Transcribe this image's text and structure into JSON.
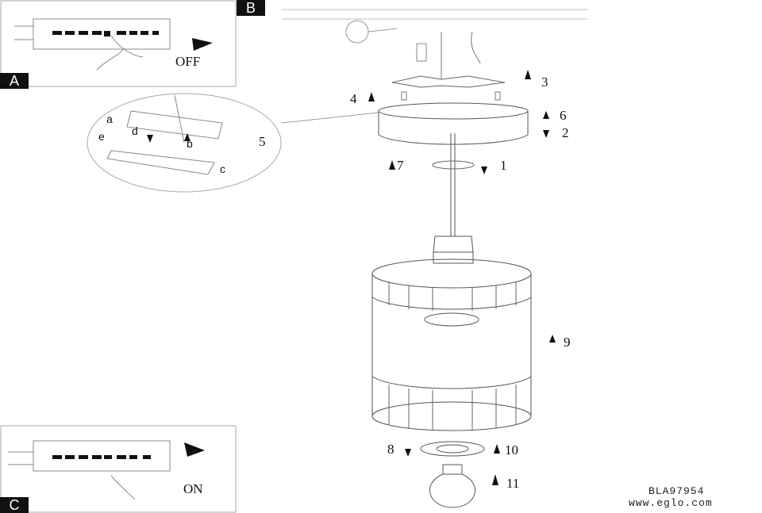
{
  "panels": {
    "a": {
      "tag": "A",
      "state": "OFF"
    },
    "b": {
      "tag": "B"
    },
    "c": {
      "tag": "C",
      "state": "ON"
    }
  },
  "detail_letters": [
    "a",
    "b",
    "c",
    "d",
    "e"
  ],
  "steps": [
    "1",
    "2",
    "3",
    "4",
    "5",
    "6",
    "7",
    "8",
    "9",
    "10",
    "11"
  ],
  "footer": {
    "model_code": "BLA97954",
    "website": "www.eglo.com"
  }
}
